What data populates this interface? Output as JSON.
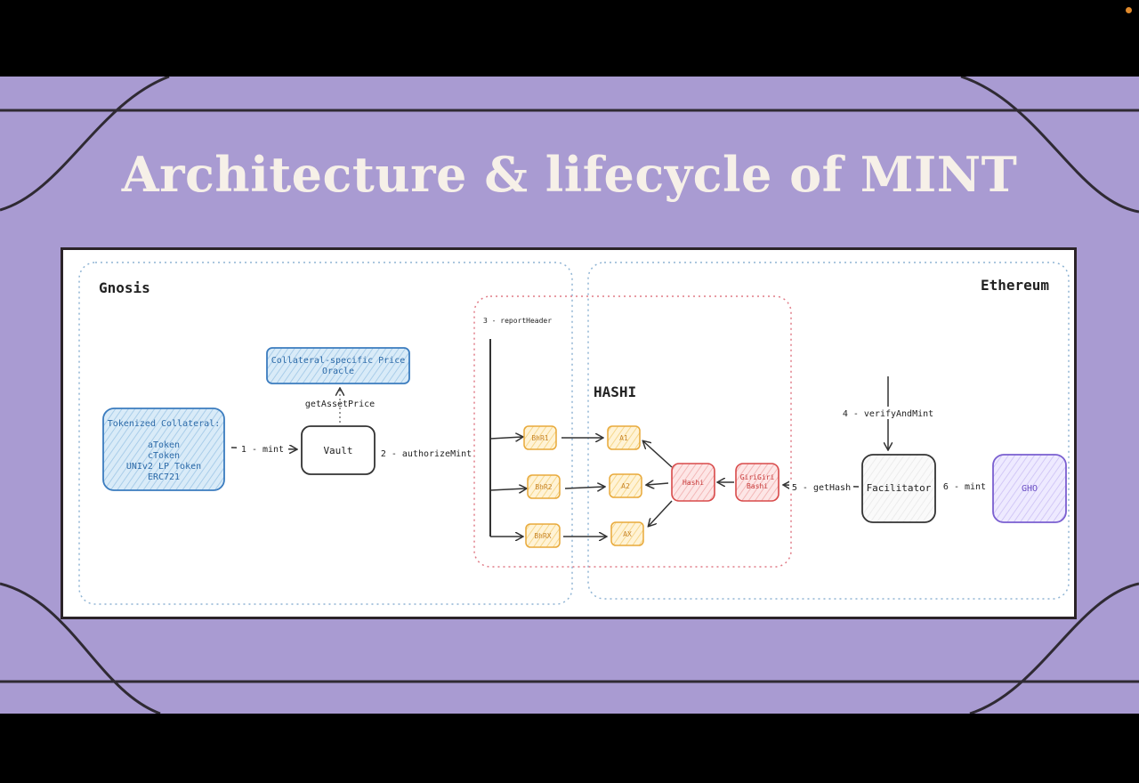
{
  "slide": {
    "title": "Architecture & lifecycle of MINT"
  },
  "regions": {
    "gnosis": "Gnosis",
    "ethereum": "Ethereum",
    "hashi": "HASHI"
  },
  "nodes": {
    "collateral_title": "Tokenized Collateral:",
    "collateral_items": [
      "aToken",
      "cToken",
      "UNIv2 LP Token",
      "ERC721"
    ],
    "oracle_line1": "Collateral-specific Price",
    "oracle_line2": "Oracle",
    "vault": "Vault",
    "bhr1": "BhR1",
    "bhr2": "BhR2",
    "bhrx": "BhRX",
    "a1": "A1",
    "a2": "A2",
    "ax": "AX",
    "hashi": "Hashi",
    "girigiri_line1": "GiriGiri",
    "girigiri_line2": "Bashi",
    "facilitator": "Facilitator",
    "gho": "GHO"
  },
  "edges": {
    "get_asset_price": "getAssetPrice",
    "mint_1": "1 - mint",
    "authorize_mint_2": "2 - authorizeMint",
    "report_header_3": "3 - reportHeader",
    "verify_and_mint_4": "4 - verifyAndMint",
    "get_hash_5": "5 - getHash",
    "mint_6": "6 - mint"
  },
  "colors": {
    "slide_bg": "#a99bd2",
    "title": "#f6f0e8",
    "collateral_blue": "#3b7cbf",
    "amber": "#e8a93a",
    "red": "#d84a4a",
    "gho_purple": "#7a5fd0"
  }
}
